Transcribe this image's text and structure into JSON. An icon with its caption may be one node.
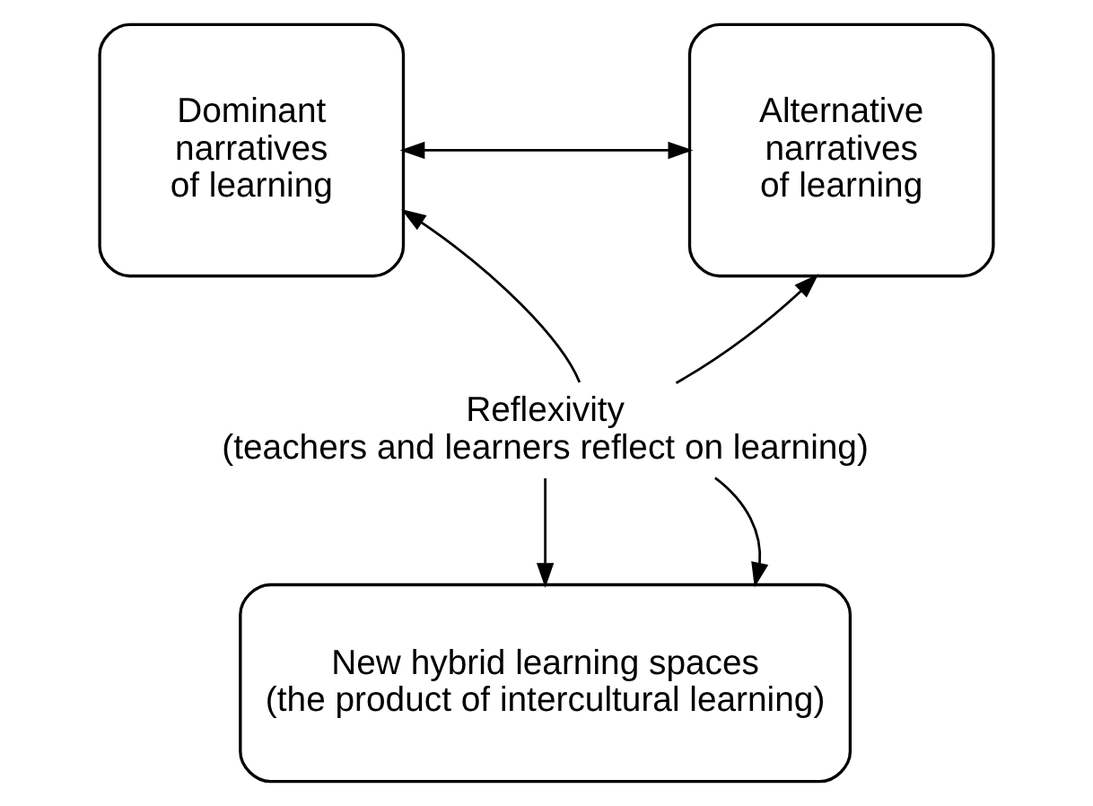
{
  "diagram": {
    "nodes": [
      {
        "text": [
          "Dominant narratives of learning"
        ]
      },
      {
        "text": [
          "Alternative narratives of learning"
        ]
      },
      {
        "text": [
          "Reflexivity (teachers and learners reflect on learning)"
        ]
      },
      {
        "text": [
          "New hybrid learning spaces (the product of intercultural learning)"
        ]
      }
    ],
    "edges": [
      {
        "from": 0,
        "to": 1,
        "arrow": "both"
      },
      {
        "from": 2,
        "to": 0,
        "arrow": "to"
      },
      {
        "from": 2,
        "to": 1,
        "arrow": "to"
      },
      {
        "from": 2,
        "to": 3,
        "arrow": "to"
      },
      {
        "from": 2,
        "to": 3,
        "arrow": "to"
      }
    ]
  }
}
